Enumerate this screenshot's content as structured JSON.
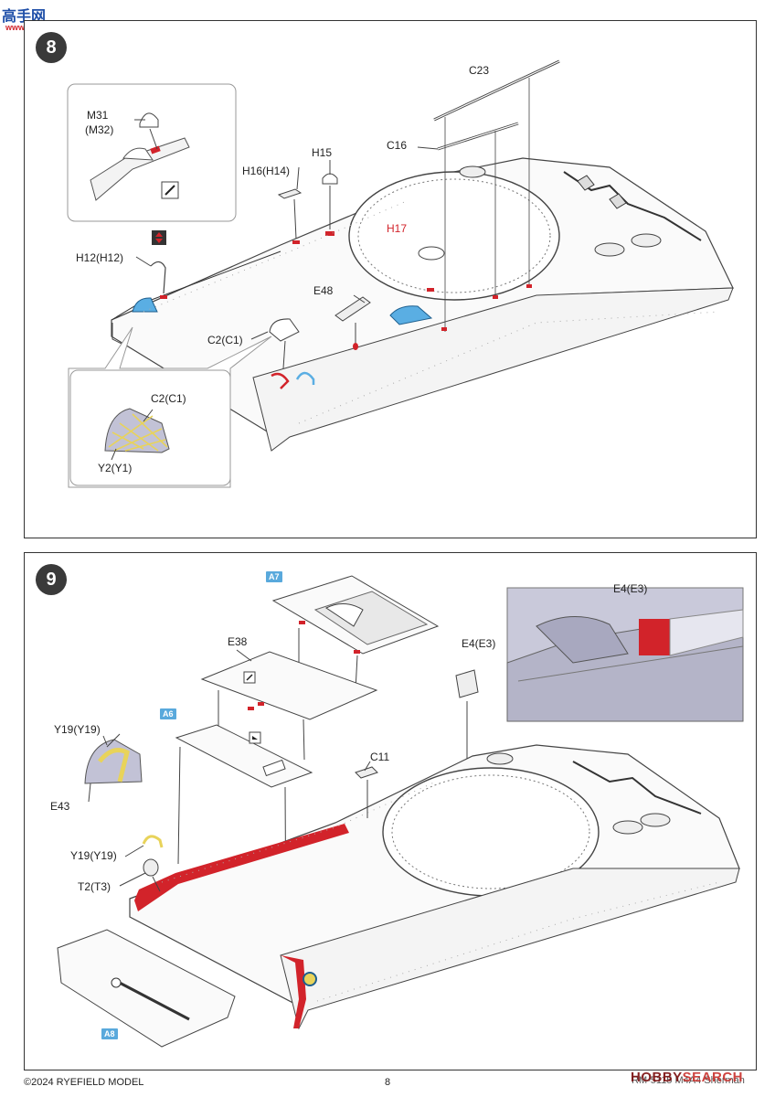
{
  "watermark_top": {
    "title": "高手网",
    "sub": "www.gaoshou.com"
  },
  "step8": {
    "number": "8",
    "labels": {
      "m31": "M31",
      "m32": "(M32)",
      "c23": "C23",
      "c16": "C16",
      "h15": "H15",
      "h16": "H16(H14)",
      "h17": "H17",
      "h12": "H12(H12)",
      "e48": "E48",
      "c2": "C2(C1)",
      "c2_inset": "C2(C1)",
      "y2": "Y2(Y1)"
    }
  },
  "step9": {
    "number": "9",
    "labels": {
      "a7": "A7",
      "e38": "E38",
      "e4_part": "E4(E3)",
      "e4_inset": "E4(E3)",
      "a6": "A6",
      "y19_top": "Y19(Y19)",
      "e43": "E43",
      "c11": "C11",
      "y19_mid": "Y19(Y19)",
      "t2": "T2(T3)",
      "a8": "A8"
    }
  },
  "footer": {
    "copyright": "©2024 RYEFIELD MODEL",
    "page": "8",
    "product": "RM-5115 M4A4 Sherman",
    "brand_a": "HOBBY",
    "brand_b": "SEARCH"
  },
  "colors": {
    "red_part": "#d2232a",
    "blue_part": "#5aaee3",
    "inset_bg": "#c9c9da"
  }
}
